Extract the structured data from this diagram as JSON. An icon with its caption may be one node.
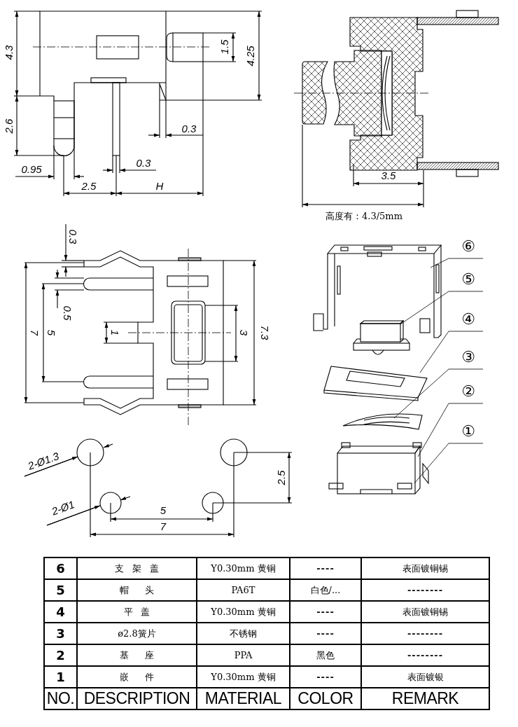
{
  "diagram": {
    "nodes": [
      {
        "text": [
          "⑥"
        ]
      },
      {
        "text": [
          "⑤"
        ]
      },
      {
        "text": [
          "④"
        ]
      },
      {
        "text": [
          "③"
        ]
      },
      {
        "text": [
          "②"
        ]
      },
      {
        "text": [
          "①"
        ]
      }
    ],
    "edges": [
      {
        "from": 0,
        "to": null,
        "arrow": "none"
      },
      {
        "from": 1,
        "to": null,
        "arrow": "none"
      },
      {
        "from": 2,
        "to": null,
        "arrow": "none"
      },
      {
        "from": 3,
        "to": null,
        "arrow": "none"
      },
      {
        "from": 4,
        "to": null,
        "arrow": "none"
      },
      {
        "from": 5,
        "to": null,
        "arrow": "none"
      }
    ],
    "labels": [
      "4.3",
      "1.5",
      "4.25",
      "2.6",
      "0.3",
      "0.3",
      "0.95",
      "2.5",
      "H",
      "3.5",
      "高度有：4.3/5mm",
      "0.3",
      "0.5",
      "7",
      "5",
      "1",
      "3",
      "7.3",
      "2-Ø1.3",
      "2.5",
      "2-Ø1",
      "5",
      "7",
      "6",
      "支架盖",
      "Y0.30mm 黄铜",
      "----",
      "表面镀铜锡",
      "5",
      "帽头",
      "PA6T",
      "白色/...",
      "--------",
      "4",
      "平盖",
      "Y0.30mm 黄铜",
      "----",
      "表面镀铜锡",
      "3",
      "ø2.8簧片",
      "不锈钢",
      "----",
      "--------",
      "2",
      "基座",
      "PPA",
      "黑色",
      "--------",
      "1",
      "嵌件",
      "Y0.30mm 黄铜",
      "----",
      "表面镀银",
      "NO.",
      "DESCRIPTION",
      "MATERIAL",
      "COLOR",
      "REMARK"
    ]
  }
}
